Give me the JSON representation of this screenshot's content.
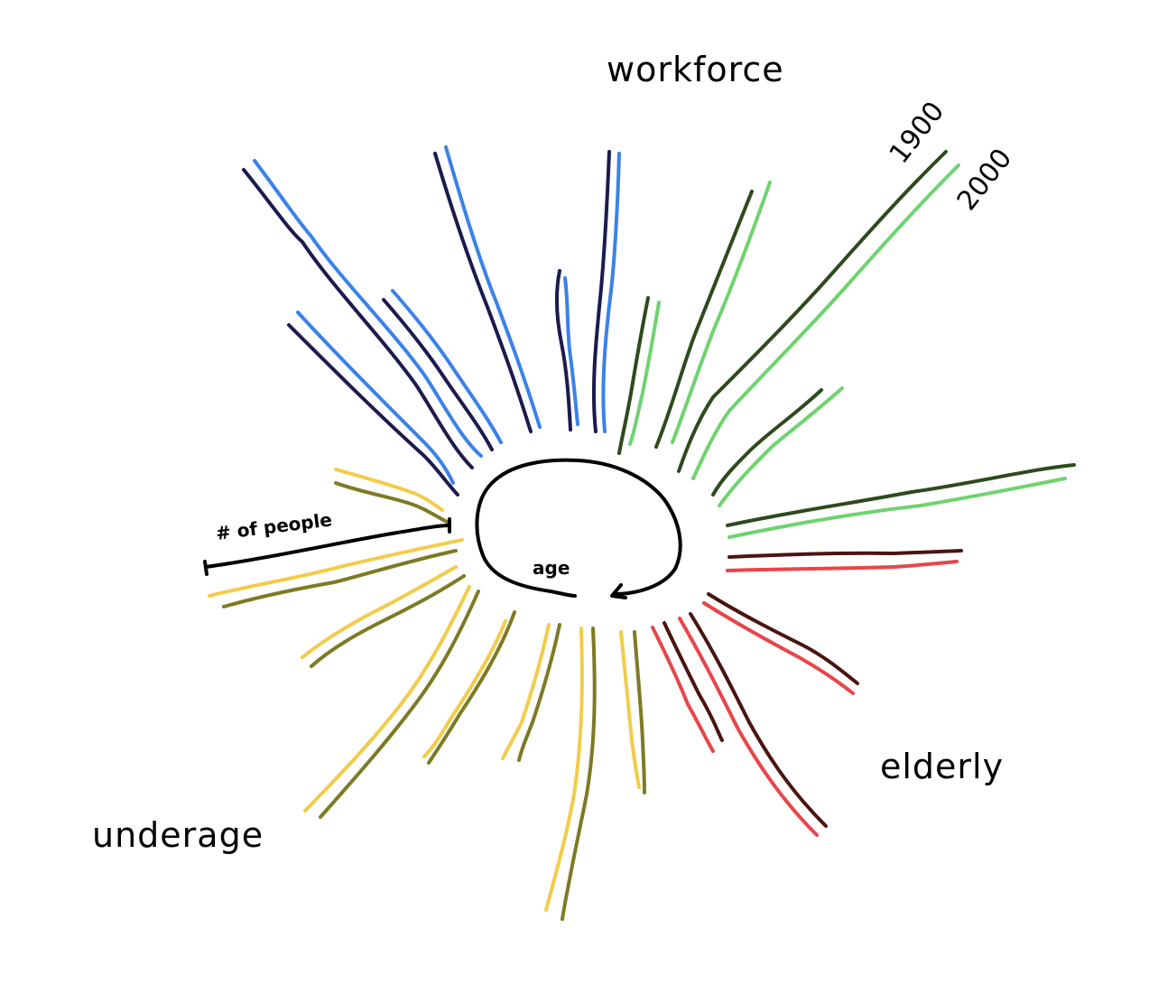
{
  "labels": {
    "workforce": "workforce",
    "elderly": "elderly",
    "underage": "underage",
    "year_1900": "1900",
    "year_2000": "2000",
    "people_axis": "# of people",
    "age_axis": "age"
  },
  "colors": {
    "ink": "#000000",
    "workforce_1900": "#1c1a4e",
    "workforce_2000": "#3b82e8",
    "workforce_green_1900": "#2e4a1e",
    "workforce_green_2000": "#6fd36f",
    "elderly_1900": "#4a1410",
    "elderly_2000": "#e8454a",
    "underage_1900": "#7d7a24",
    "underage_2000": "#f2cc4a"
  },
  "chart_data": {
    "type": "radial",
    "series": [
      {
        "name": "1900"
      },
      {
        "name": "2000"
      }
    ],
    "groups": [
      "underage",
      "workforce",
      "elderly"
    ]
  }
}
